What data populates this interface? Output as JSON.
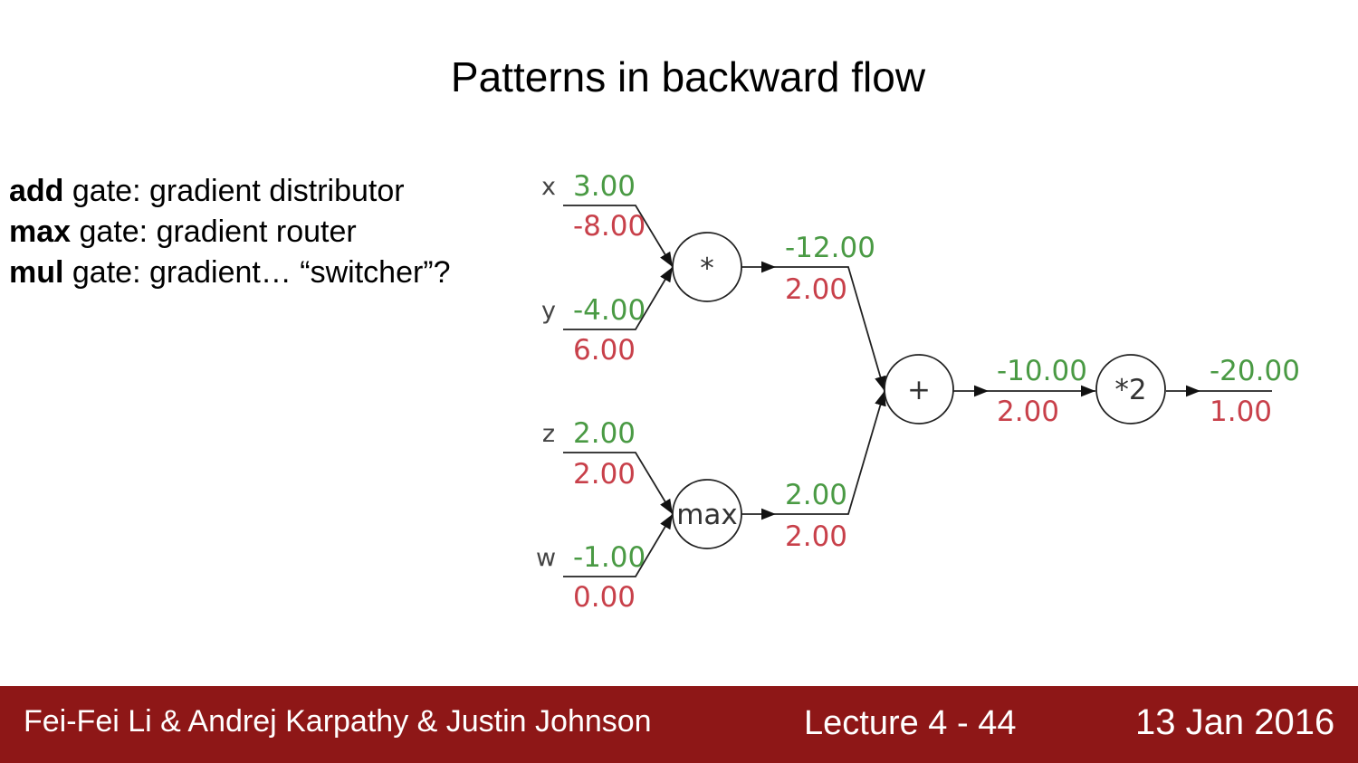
{
  "title": "Patterns in backward flow",
  "notes": [
    {
      "bold": "add",
      "rest": " gate: gradient distributor"
    },
    {
      "bold": "max",
      "rest": " gate: gradient router"
    },
    {
      "bold": "mul",
      "rest": " gate: gradient… “switcher”?"
    }
  ],
  "graph": {
    "inputs": [
      {
        "name": "x",
        "forward": "3.00",
        "gradient": "-8.00"
      },
      {
        "name": "y",
        "forward": "-4.00",
        "gradient": "6.00"
      },
      {
        "name": "z",
        "forward": "2.00",
        "gradient": "2.00"
      },
      {
        "name": "w",
        "forward": "-1.00",
        "gradient": "0.00"
      }
    ],
    "gates": {
      "mul": {
        "label": "*",
        "forward": "-12.00",
        "gradient": "2.00"
      },
      "max": {
        "label": "max",
        "forward": "2.00",
        "gradient": "2.00"
      },
      "add": {
        "label": "+",
        "forward": "-10.00",
        "gradient": "2.00"
      },
      "scale": {
        "label": "*2",
        "forward": "-20.00",
        "gradient": "1.00"
      }
    },
    "colors": {
      "forward": "#4a9a44",
      "gradient": "#c8404a"
    }
  },
  "footer": {
    "authors": "Fei-Fei Li & Andrej Karpathy & Justin Johnson",
    "lecture": "Lecture 4 - 44",
    "date": "13 Jan 2016"
  }
}
